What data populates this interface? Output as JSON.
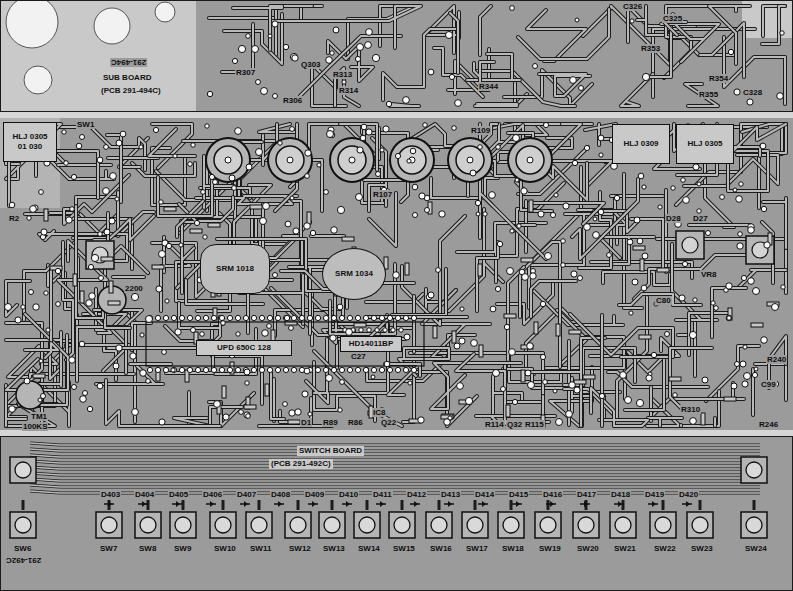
{
  "diagram": {
    "nodes": [
      {
        "text": [
          "SUB BOARD",
          "(PCB 291-494C)"
        ]
      },
      {
        "text": [
          "HLJ 0305",
          "01 030"
        ]
      },
      {
        "text": [
          "HLJ 0309"
        ]
      },
      {
        "text": [
          "HLJ 0305"
        ]
      },
      {
        "text": [
          "SRM 1018"
        ]
      },
      {
        "text": [
          "SRM 1034"
        ]
      },
      {
        "text": [
          "HD14011BP"
        ]
      },
      {
        "text": [
          "UPD 650C 128"
        ]
      },
      {
        "text": [
          "SWITCH BOARD",
          "(PCB 291-492C)"
        ]
      }
    ],
    "labels": [
      "291-494C",
      "C326",
      "C325",
      "R353",
      "R354",
      "R355",
      "C328",
      "R307",
      "Q303",
      "R313",
      "R314",
      "R306",
      "R344",
      "SW1",
      "R107",
      "R109",
      "R2",
      "2200",
      "TM1",
      "100KS",
      "IC8",
      "C27",
      "R89",
      "D1",
      "R86",
      "Q22",
      "R114",
      "Q32",
      "R115",
      "D28",
      "D27",
      "VR8",
      "C80",
      "R310",
      "R240",
      "C99",
      "R246",
      "291-492C",
      "SW6",
      "SW7",
      "SW8",
      "SW9",
      "SW10",
      "SW11",
      "SW12",
      "SW13",
      "SW14",
      "SW15",
      "SW16",
      "SW17",
      "SW18",
      "SW19",
      "SW20",
      "SW21",
      "SW22",
      "SW23",
      "SW24",
      "D403",
      "D404",
      "D405",
      "D406",
      "D407",
      "D408",
      "D409",
      "D410",
      "D411",
      "D412",
      "D413",
      "D414",
      "D415",
      "D416",
      "D417",
      "D418",
      "D419",
      "D420"
    ]
  }
}
